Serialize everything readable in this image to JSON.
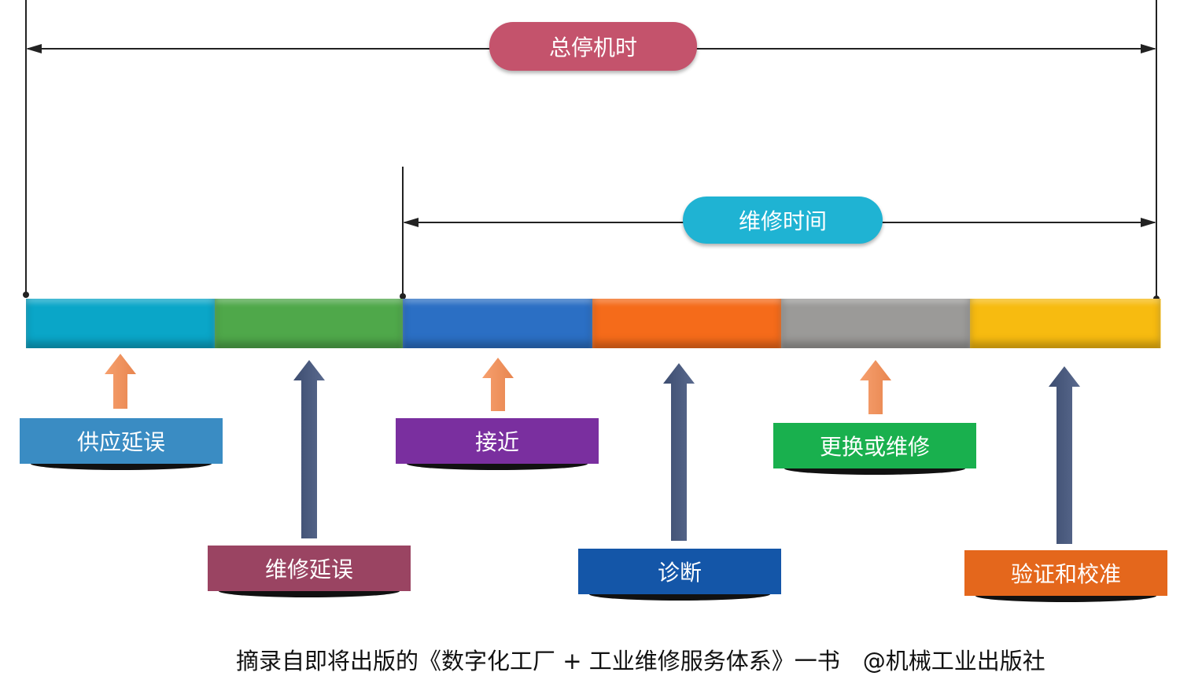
{
  "spans": {
    "total_downtime": {
      "label": "总停机时",
      "color": "#c4536c"
    },
    "repair_time": {
      "label": "维修时间",
      "color": "#1fb3d3"
    }
  },
  "timeline": [
    {
      "color": "#0aa6c8"
    },
    {
      "color": "#4fa84a"
    },
    {
      "color": "#2b6fc4"
    },
    {
      "color": "#f56b1a"
    },
    {
      "color": "#9b9a98"
    },
    {
      "color": "#f7bb10"
    }
  ],
  "stages": [
    {
      "label": "供应延误",
      "color": "#3a8cc3",
      "arrow": "orange"
    },
    {
      "label": "维修延误",
      "color": "#9a4462",
      "arrow": "dark"
    },
    {
      "label": "接近",
      "color": "#7a2f9f",
      "arrow": "orange"
    },
    {
      "label": "诊断",
      "color": "#1456a8",
      "arrow": "dark"
    },
    {
      "label": "更换或维修",
      "color": "#19b04e",
      "arrow": "orange"
    },
    {
      "label": "验证和校准",
      "color": "#e4671c",
      "arrow": "dark"
    }
  ],
  "caption": "摘录自即将出版的《数字化工厂 + 工业维修服务体系》一书　@机械工业出版社"
}
